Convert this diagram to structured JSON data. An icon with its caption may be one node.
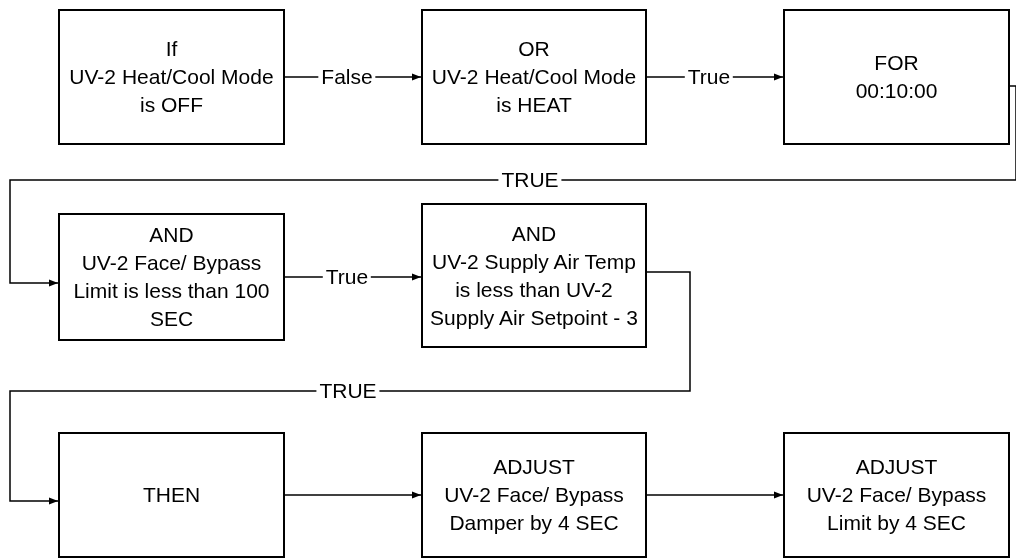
{
  "diagram": {
    "nodes": [
      {
        "text": [
          "If",
          "UV-2 Heat/Cool Mode is OFF"
        ]
      },
      {
        "text": [
          "OR",
          "UV-2 Heat/Cool Mode is HEAT"
        ]
      },
      {
        "text": [
          "FOR",
          "00:10:00"
        ]
      },
      {
        "text": [
          "AND",
          "UV-2 Face/ Bypass Limit is less than 100 SEC"
        ]
      },
      {
        "text": [
          "AND",
          "UV-2 Supply Air Temp is less than UV-2 Supply Air Setpoint - 3"
        ]
      },
      {
        "text": [
          "THEN"
        ]
      },
      {
        "text": [
          "ADJUST",
          "UV-2 Face/ Bypass Damper by 4 SEC"
        ]
      },
      {
        "text": [
          "ADJUST",
          "UV-2 Face/ Bypass Limit by 4 SEC"
        ]
      }
    ],
    "edges": [
      {
        "from": 0,
        "to": 1,
        "arrow": "to",
        "label": "False"
      },
      {
        "from": 1,
        "to": 2,
        "arrow": "to",
        "label": "True"
      },
      {
        "from": 2,
        "to": 3,
        "arrow": "to",
        "label": "TRUE"
      },
      {
        "from": 3,
        "to": 4,
        "arrow": "to",
        "label": "True"
      },
      {
        "from": 4,
        "to": 5,
        "arrow": "to",
        "label": "TRUE"
      },
      {
        "from": 5,
        "to": 6,
        "arrow": "to"
      },
      {
        "from": 6,
        "to": 7,
        "arrow": "to"
      }
    ]
  }
}
